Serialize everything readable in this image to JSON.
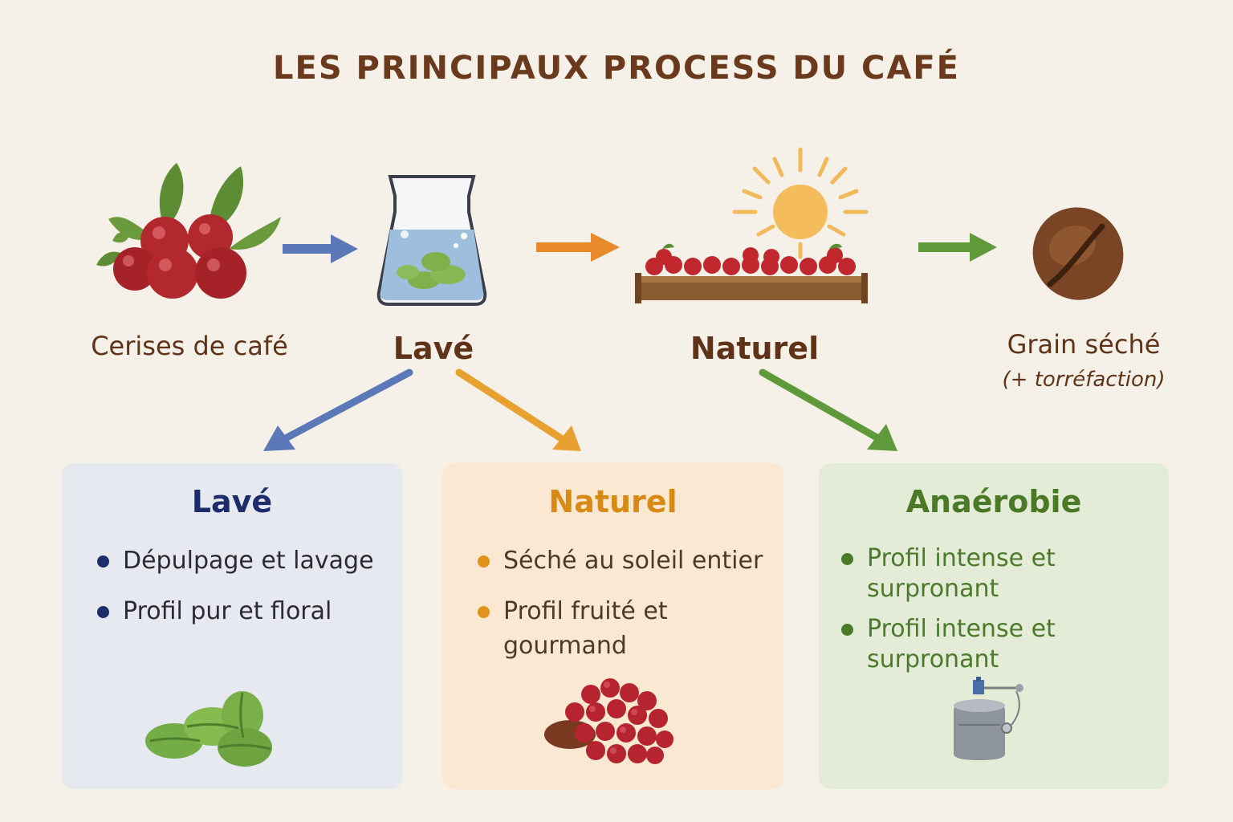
{
  "title": "LES PRINCIPAUX PROCESS DU CAFÉ",
  "steps": {
    "cerises": "Cerises de café",
    "lave": "Lavé",
    "naturel": "Naturel",
    "grain": "Grain séché",
    "grain_sub": "(+ torréfaction)"
  },
  "cards": {
    "lave": {
      "title": "Lavé",
      "bullets": [
        "Dépulpage et lavage",
        "Profil pur et floral"
      ]
    },
    "naturel": {
      "title": "Naturel",
      "bullets": [
        "Séché au soleil entier",
        "Profil fruité et gourmand"
      ]
    },
    "anaerobie": {
      "title": "Anaérobie",
      "bullets": [
        "Profil intense et surpronant",
        "Profil intense et surpronant"
      ]
    }
  },
  "colors": {
    "title": "#6b3a1c",
    "lave": "#1d2d6b",
    "naturel": "#d98a14",
    "anaerobie": "#4a7a25",
    "arrow_blue": "#5b78b8",
    "arrow_orange": "#e88a2a",
    "arrow_green": "#5e9a3a"
  },
  "icons": [
    "coffee-cherries-icon",
    "water-beaker-icon",
    "sun-drying-bed-icon",
    "roasted-bean-icon",
    "green-beans-icon",
    "red-cherries-pile-icon",
    "fermentation-tank-icon"
  ]
}
